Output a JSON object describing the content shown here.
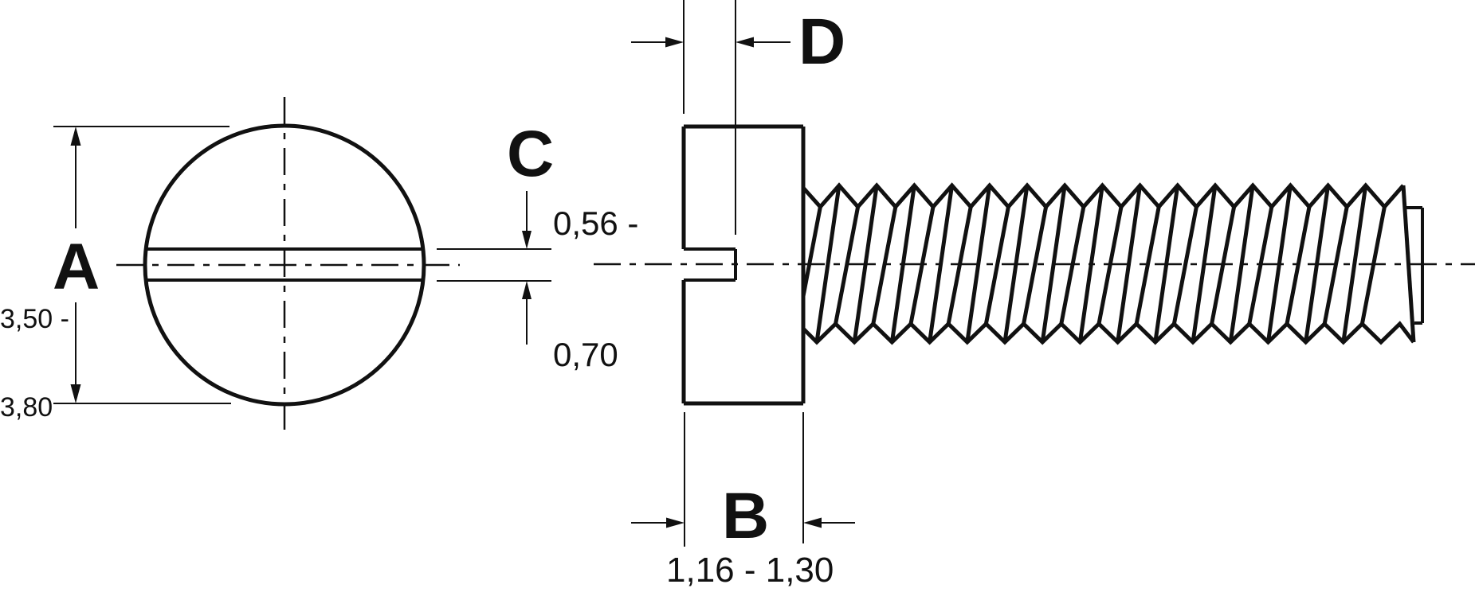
{
  "drawing": {
    "background": "#ffffff",
    "line_color": "#111111",
    "dimensions": {
      "a": {
        "letter": "A",
        "range": [
          "3,50 -",
          "3,80"
        ]
      },
      "b": {
        "letter": "B",
        "range": "1,16 - 1,30"
      },
      "c": {
        "letter": "C",
        "range": [
          "0,56 -",
          "0,70"
        ]
      },
      "d": {
        "letter": "D"
      }
    }
  }
}
